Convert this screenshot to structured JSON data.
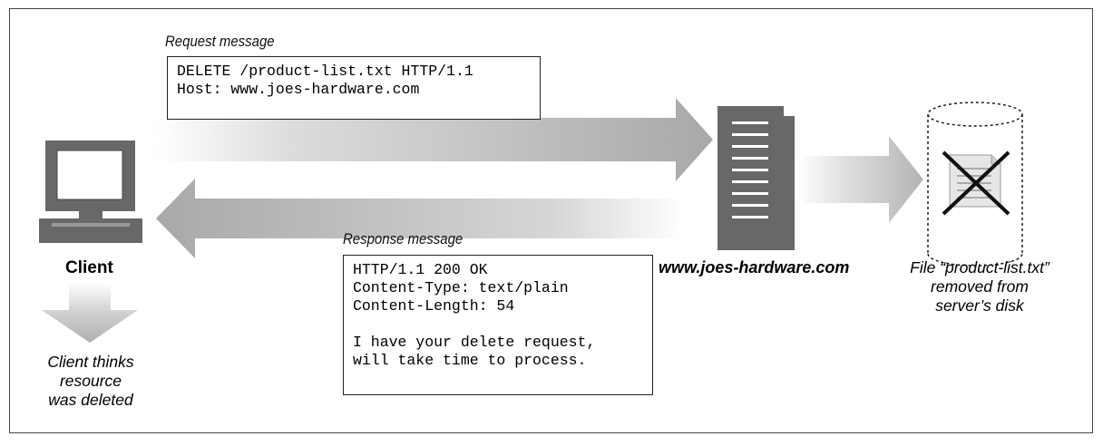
{
  "request": {
    "caption": "Request message",
    "lines": [
      "DELETE /product-list.txt HTTP/1.1",
      "Host: www.joes-hardware.com"
    ]
  },
  "response": {
    "caption": "Response message",
    "lines": [
      "HTTP/1.1 200 OK",
      "Content-Type: text/plain",
      "Content-Length: 54",
      "",
      "I have your delete request,",
      "will take time to process."
    ]
  },
  "client": {
    "label": "Client",
    "note": [
      "Client thinks",
      "resource",
      "was deleted"
    ]
  },
  "server": {
    "label": "www.joes-hardware.com"
  },
  "disk": {
    "note": [
      "File “product-list.txt”",
      "removed from",
      "server’s disk"
    ]
  },
  "icons": [
    "computer-icon",
    "server-icon",
    "disk-cylinder-icon",
    "deleted-file-icon"
  ]
}
